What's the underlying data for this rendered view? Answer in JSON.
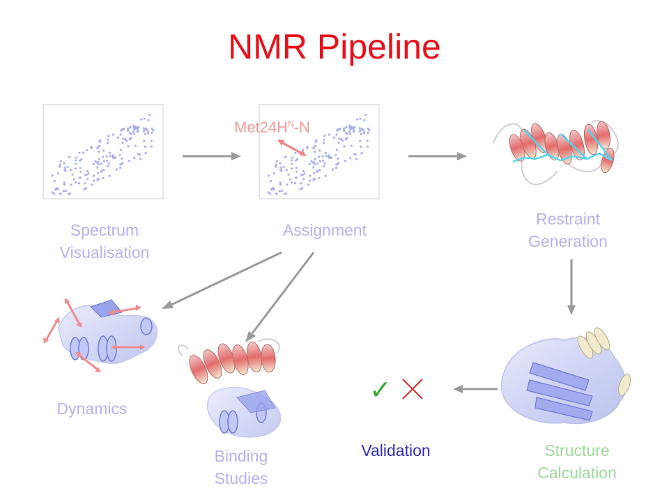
{
  "title": "NMR Pipeline",
  "stages": {
    "spectrum": [
      "Spectrum",
      "Visualisation"
    ],
    "assignment": "Assignment",
    "restraint": [
      "Restraint",
      "Generation"
    ],
    "dynamics": "Dynamics",
    "binding": [
      "Binding",
      "Studies"
    ],
    "validation": "Validation",
    "structure": [
      "Structure",
      "Calculation"
    ]
  },
  "assignment_annotation": {
    "main": "Met24H",
    "superscript": "N",
    "suffix": "-N"
  },
  "validation_marks": {
    "check": "✓",
    "cross": "✕"
  },
  "colors": {
    "title": "#e8101a",
    "faded_label": "#b3b3ee",
    "validation_label": "#2e2eb8",
    "structure_label": "#9ed99e",
    "arrow": "#9a9a9a",
    "helix_red": "#e88a8a",
    "helix_cream": "#f0ead0",
    "protein_blue": "#aab4ee",
    "restraint_cyan": "#4fd6f2",
    "check_green": "#3aa93a",
    "cross_red": "#d23030"
  },
  "icons": [
    "spectrum-plot",
    "assignment-plot",
    "restraint-protein",
    "dynamics-protein",
    "binding-protein",
    "structure-protein",
    "check-icon",
    "cross-icon"
  ]
}
